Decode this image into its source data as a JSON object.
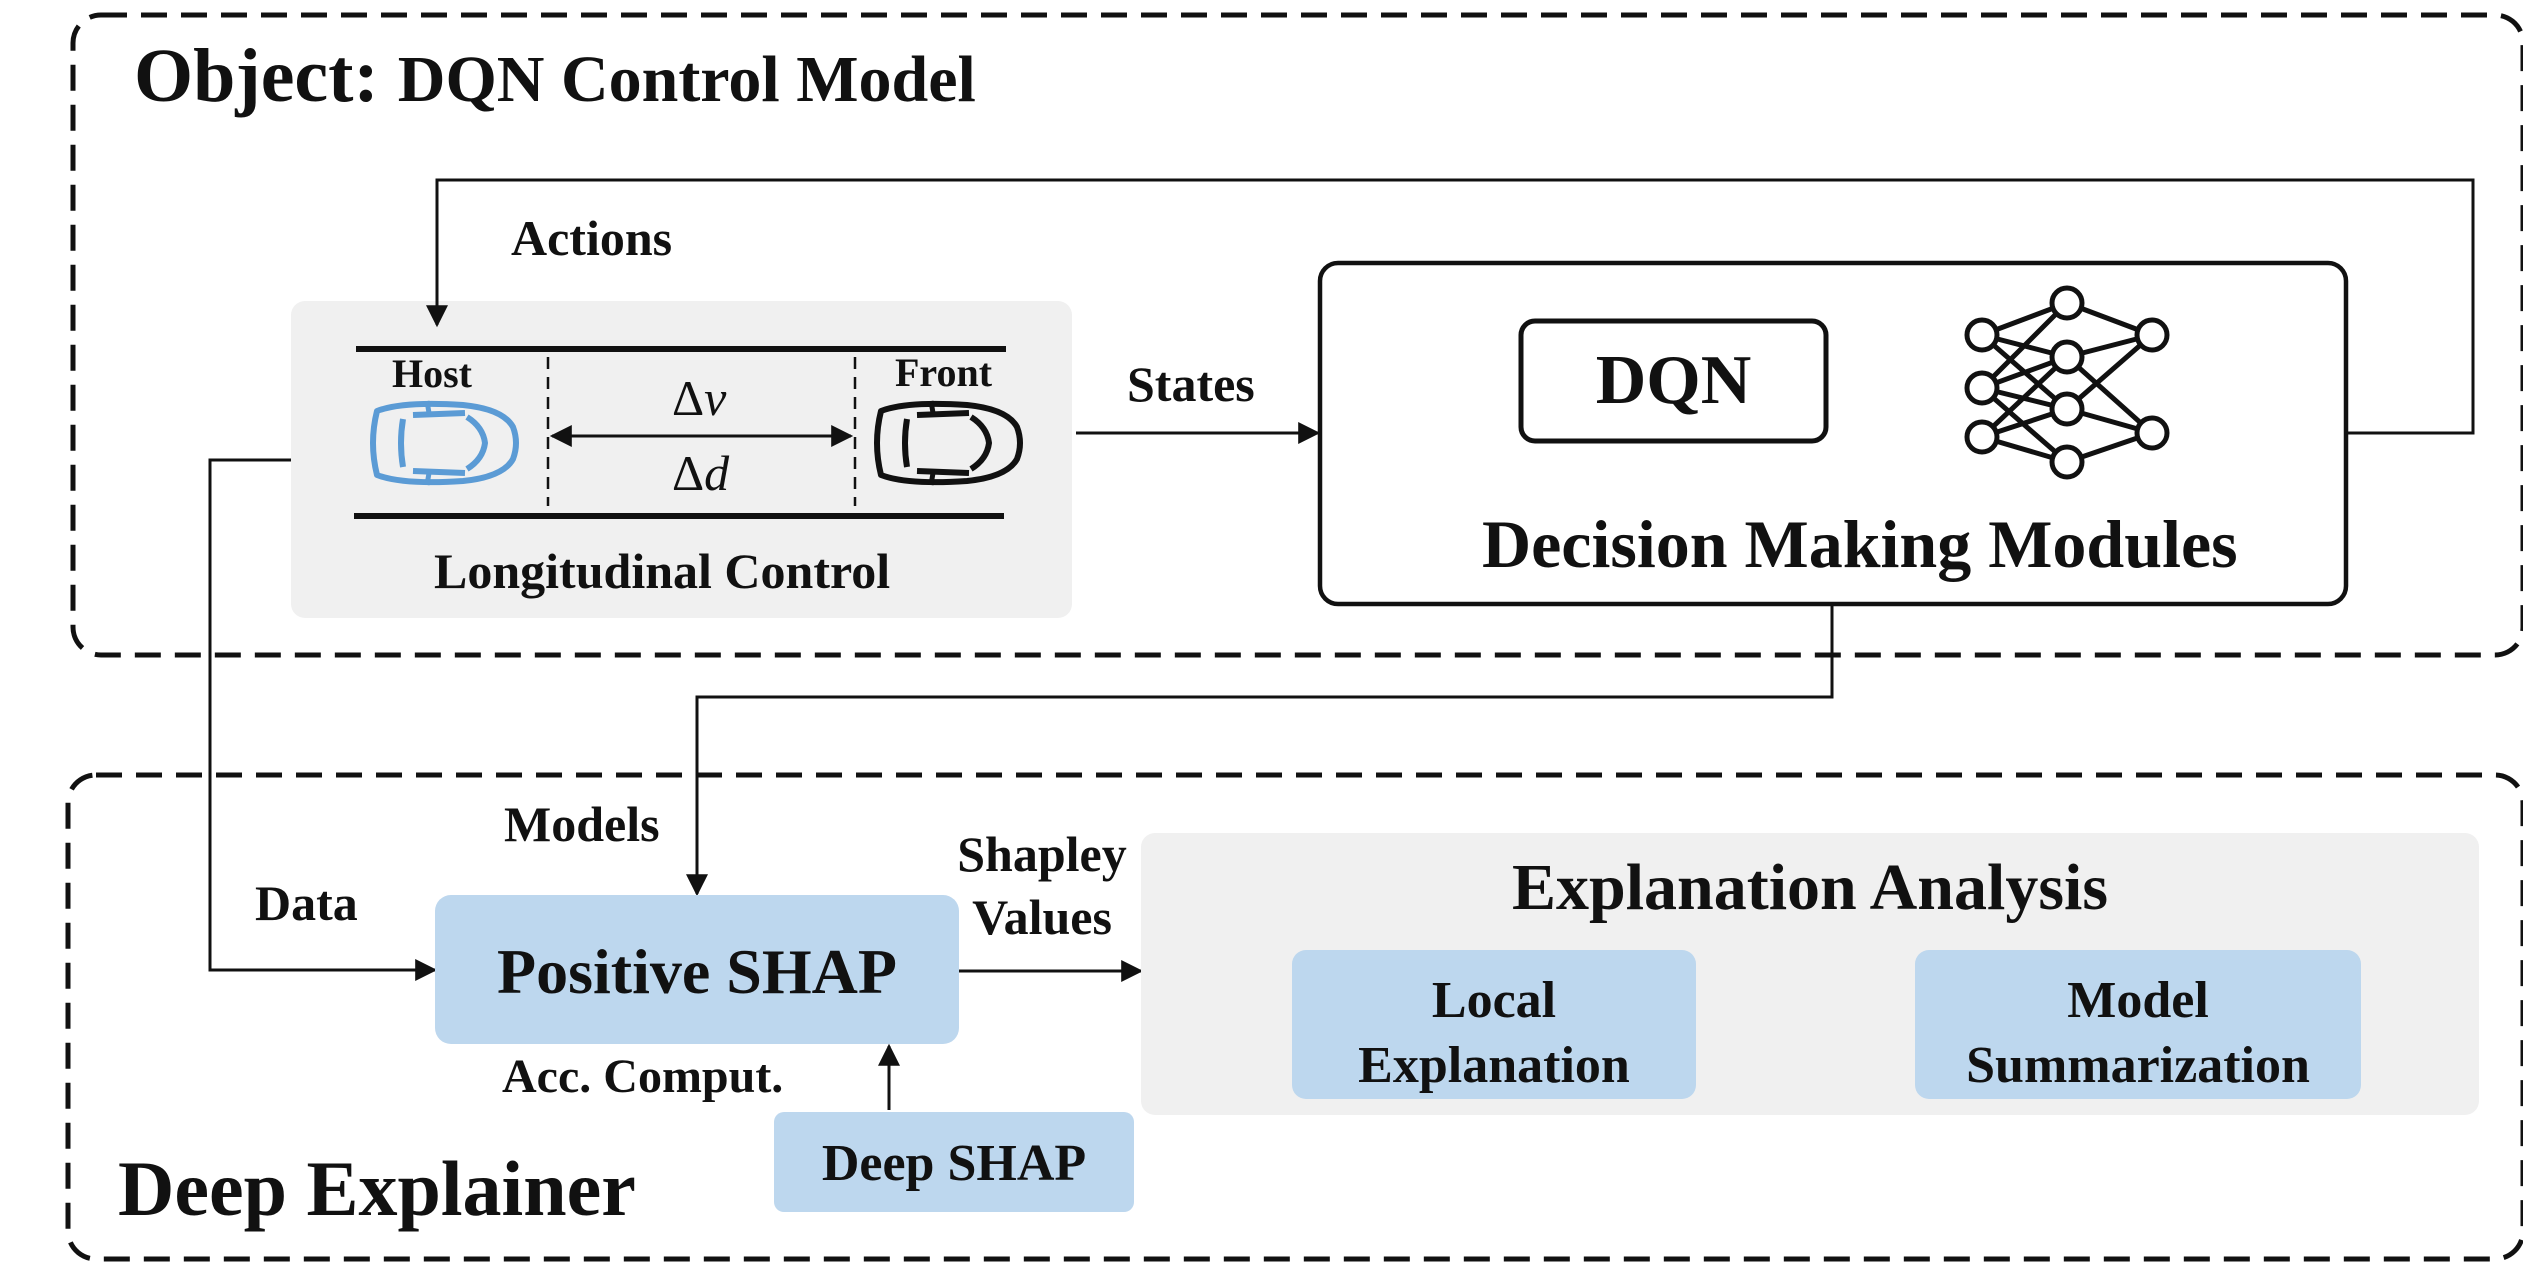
{
  "object_panel": {
    "title_prefix": "Object:",
    "title_rest": "DQN Control Model"
  },
  "control": {
    "actions_label": "Actions",
    "states_label": "States",
    "host_label": "Host",
    "front_label": "Front",
    "delta_v_symbol": "Δ",
    "delta_v_var": "v",
    "delta_d_symbol": "Δ",
    "delta_d_var": "d",
    "box_title": "Longitudinal Control"
  },
  "decision": {
    "dqn_label": "DQN",
    "title": "Decision Making Modules"
  },
  "explainer_panel": {
    "title": "Deep Explainer",
    "models_label": "Models",
    "data_label": "Data",
    "positive_shap": "Positive SHAP",
    "shapley_line1": "Shapley",
    "shapley_line2": "Values",
    "acc_label": "Acc. Comput.",
    "deep_shap": "Deep SHAP"
  },
  "analysis": {
    "title": "Explanation Analysis",
    "local_line1": "Local",
    "local_line2": "Explanation",
    "model_line1": "Model",
    "model_line2": "Summarization"
  },
  "colors": {
    "light_grey_box": "#f0f0f0",
    "light_blue_box": "#bdd7ee",
    "host_car": "#5b9bd5",
    "front_car": "#111111",
    "line": "#111111"
  }
}
